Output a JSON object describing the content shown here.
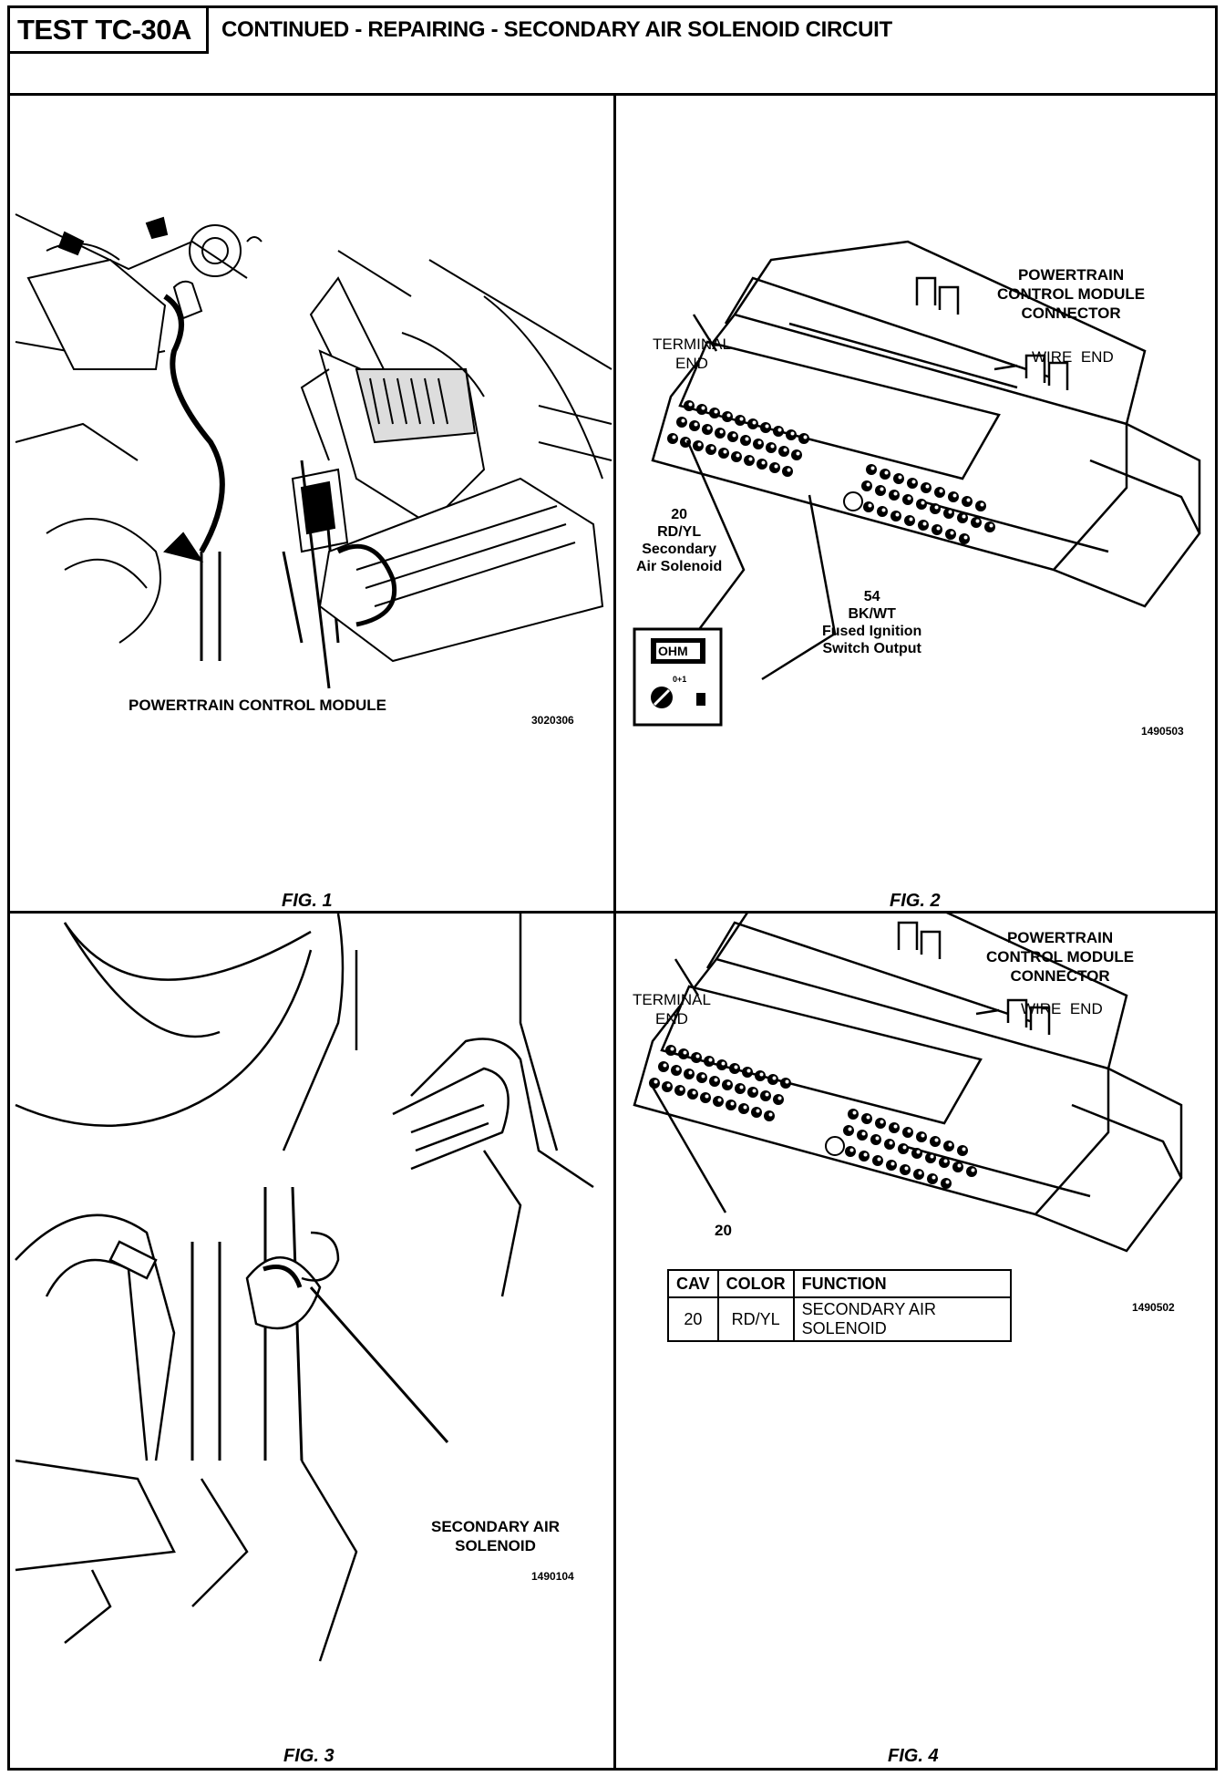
{
  "header": {
    "test_id": "TEST TC-30A",
    "title": "CONTINUED - REPAIRING - SECONDARY AIR SOLENOID CIRCUIT"
  },
  "fig1": {
    "caption": "FIG. 1",
    "label": "POWERTRAIN CONTROL MODULE",
    "code": "3020306"
  },
  "fig2": {
    "caption": "FIG. 2",
    "connector_label": "POWERTRAIN\nCONTROL MODULE\nCONNECTOR",
    "terminal_end": "TERMINAL\nEND",
    "wire_end": "WIRE  END",
    "pin20": "20\nRD/YL\nSecondary\nAir Solenoid",
    "pin54": "54\nBK/WT\nFused Ignition\nSwitch Output",
    "meter": "OHM",
    "meter_small": "0+1",
    "code": "1490503"
  },
  "fig3": {
    "caption": "FIG. 3",
    "label": "SECONDARY AIR\nSOLENOID",
    "code": "1490104"
  },
  "fig4": {
    "caption": "FIG. 4",
    "connector_label": "POWERTRAIN\nCONTROL MODULE\nCONNECTOR",
    "terminal_end": "TERMINAL\nEND",
    "wire_end": "WIRE  END",
    "pin_label": "20",
    "code": "1490502",
    "table": {
      "headers": [
        "CAV",
        "COLOR",
        "FUNCTION"
      ],
      "rows": [
        [
          "20",
          "RD/YL",
          "SECONDARY AIR SOLENOID"
        ]
      ]
    }
  }
}
